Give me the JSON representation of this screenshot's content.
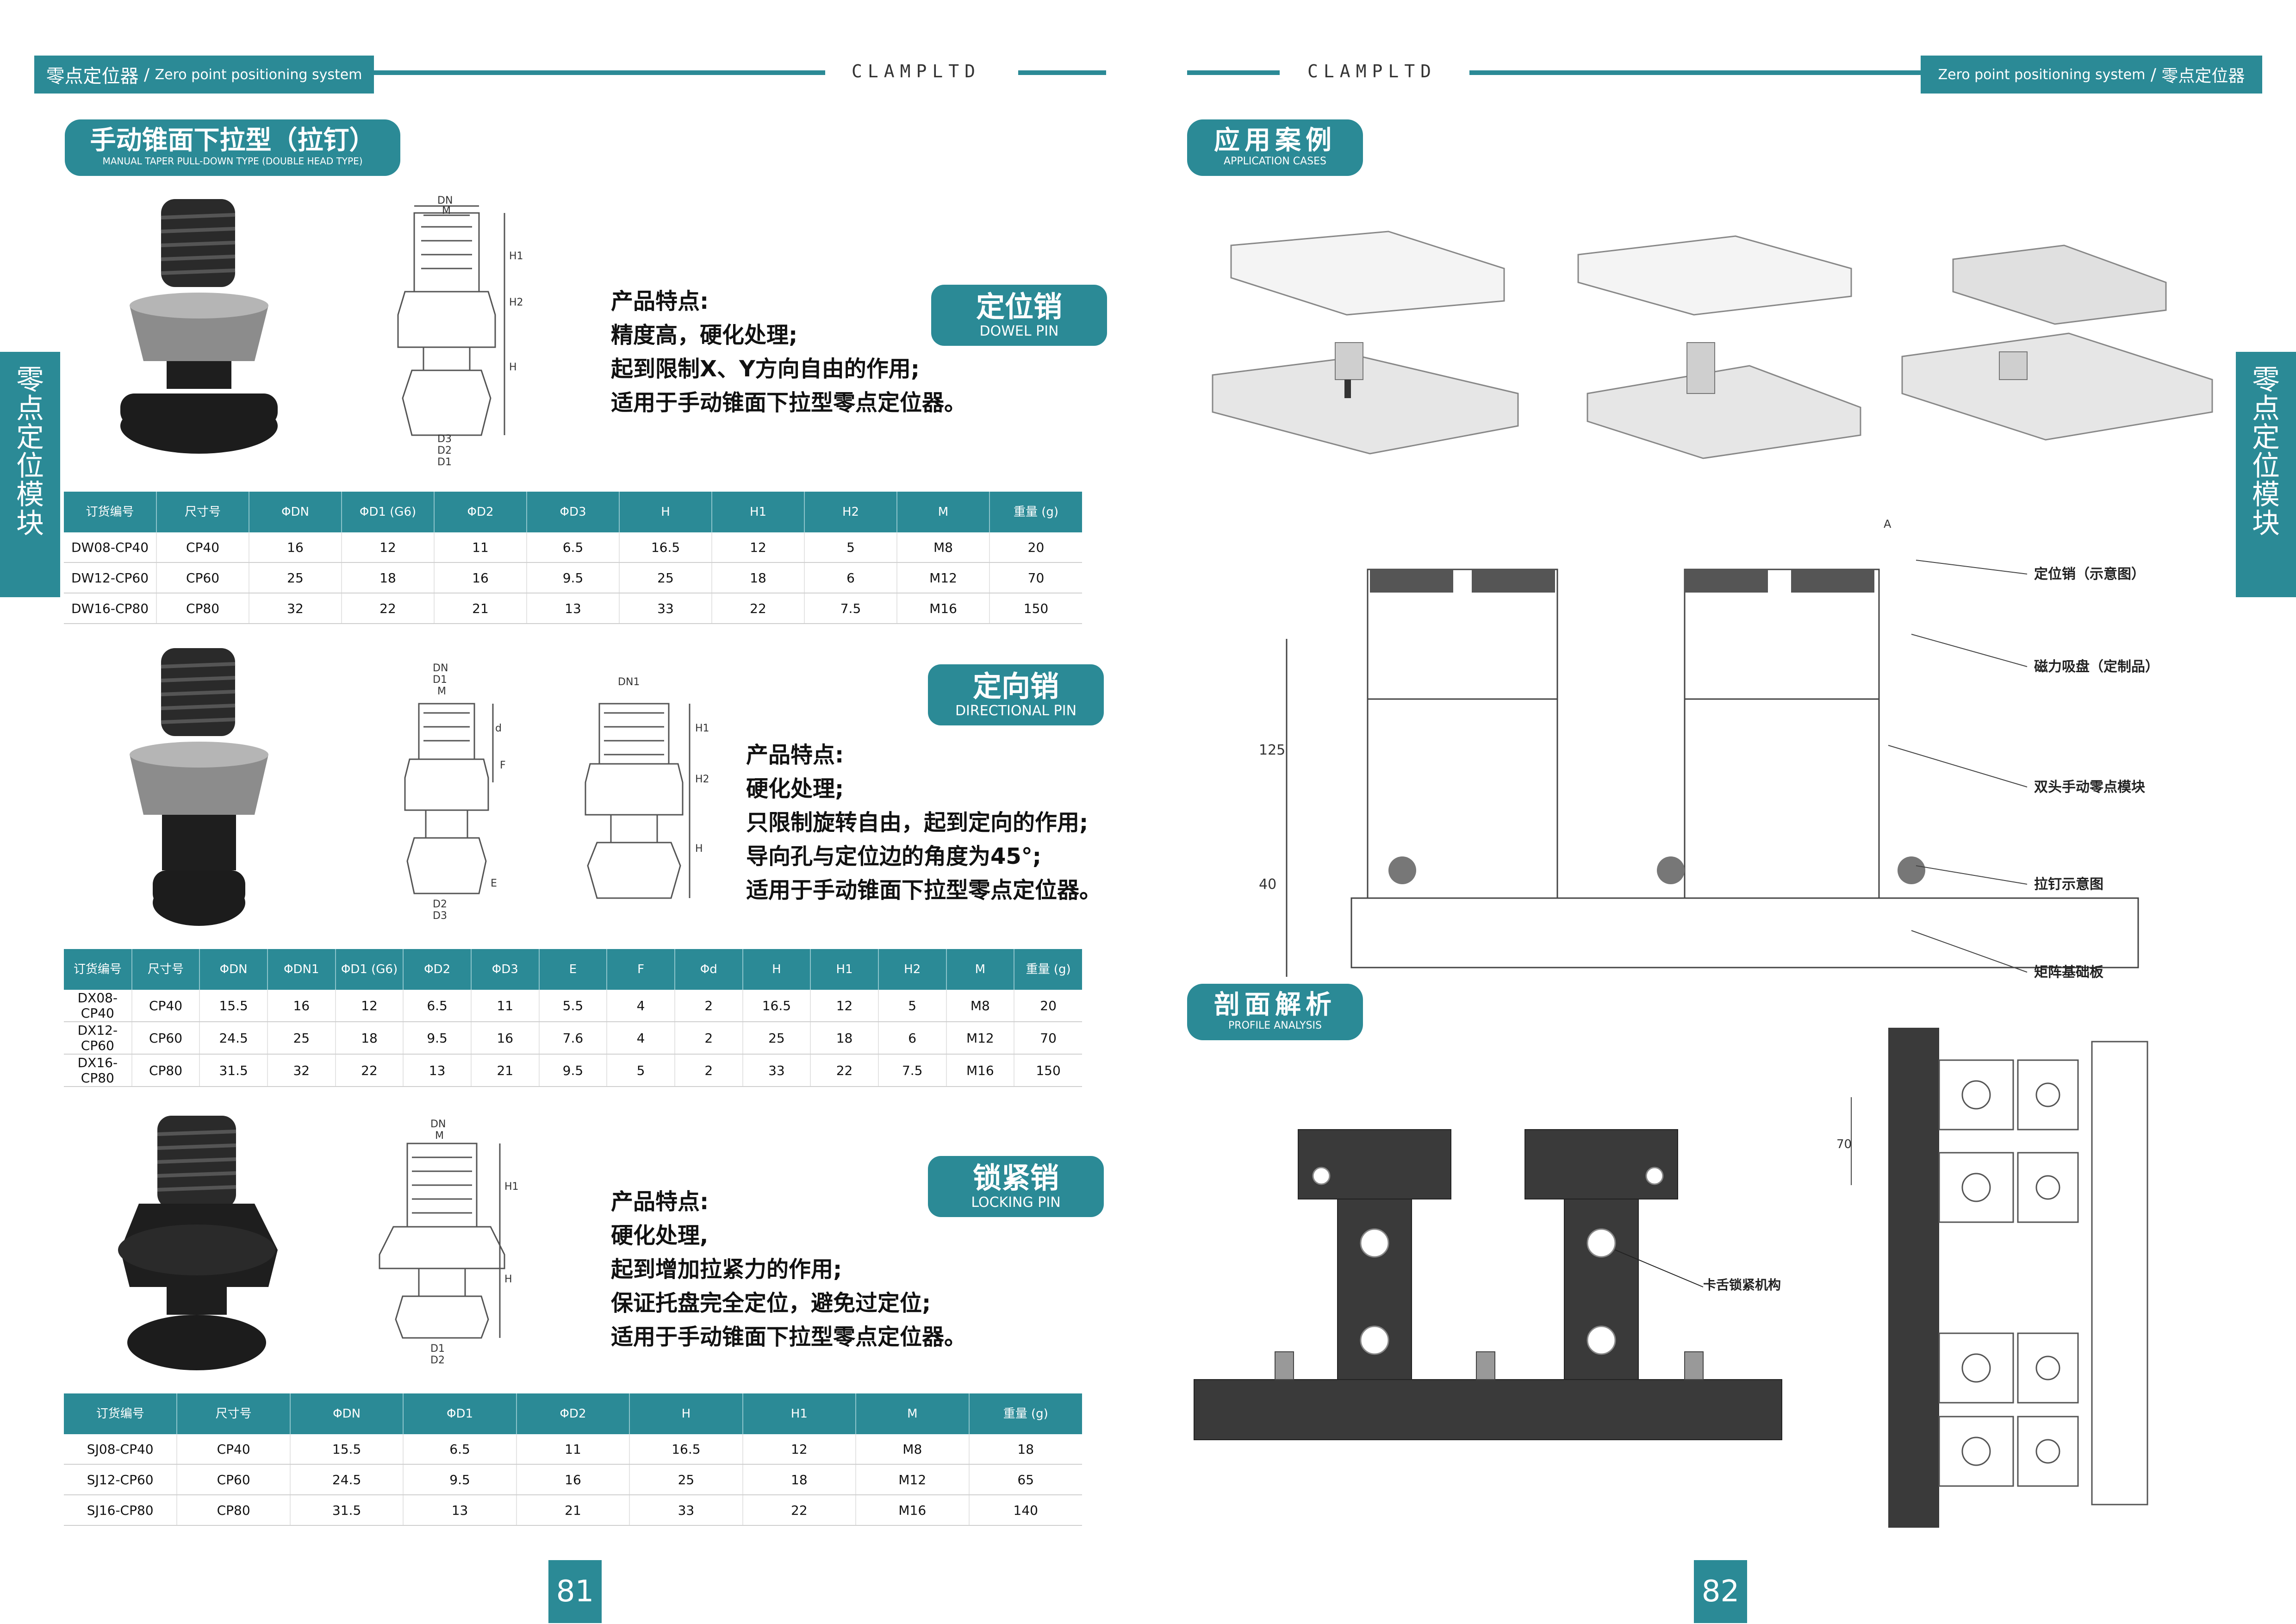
{
  "left_header": {
    "zh": "零点定位器",
    "sep": " / ",
    "en": "Zero point positioning system",
    "brand": "CLAMPLTD"
  },
  "right_header": {
    "en": "Zero point positioning system",
    "sep": " / ",
    "zh": "零点定位器",
    "brand": "CLAMPLTD"
  },
  "side_tab_chars": [
    "零",
    "点",
    "定",
    "位",
    "模",
    "块"
  ],
  "section_title": {
    "zh": "手动锥面下拉型（拉钉）",
    "en": "MANUAL TAPER PULL-DOWN TYPE (DOUBLE HEAD TYPE)"
  },
  "dowel": {
    "badge_zh": "定位销",
    "badge_en": "DOWEL PIN",
    "features": [
      "产品特点:",
      "精度高，硬化处理;",
      "起到限制X、Y方向自由的作用;",
      "适用于手动锥面下拉型零点定位器。"
    ],
    "drawing_labels": {
      "dn": "DN",
      "m": "M",
      "h1": "H1",
      "h2": "H2",
      "h": "H",
      "d3": "D3",
      "d2": "D2",
      "d1": "D1"
    },
    "headers": [
      "订货编号",
      "尺寸号",
      "ΦDN",
      "ΦD1 (G6)",
      "ΦD2",
      "ΦD3",
      "H",
      "H1",
      "H2",
      "M",
      "重量 (g)"
    ],
    "rows": [
      [
        "DW08-CP40",
        "CP40",
        "16",
        "12",
        "11",
        "6.5",
        "16.5",
        "12",
        "5",
        "M8",
        "20"
      ],
      [
        "DW12-CP60",
        "CP60",
        "25",
        "18",
        "16",
        "9.5",
        "25",
        "18",
        "6",
        "M12",
        "70"
      ],
      [
        "DW16-CP80",
        "CP80",
        "32",
        "22",
        "21",
        "13",
        "33",
        "22",
        "7.5",
        "M16",
        "150"
      ]
    ]
  },
  "directional": {
    "badge_zh": "定向销",
    "badge_en": "DIRECTIONAL PIN",
    "features": [
      "产品特点:",
      "硬化处理;",
      "只限制旋转自由，起到定向的作用;",
      "导向孔与定位边的角度为45°;",
      "适用于手动锥面下拉型零点定位器。"
    ],
    "drawing_labels": {
      "dn": "DN",
      "d1": "D1",
      "m": "M",
      "d": "d",
      "f": "F",
      "e": "E",
      "d2": "D2",
      "d3": "D3",
      "dn1": "DN1",
      "h1": "H1",
      "h2": "H2",
      "h": "H"
    },
    "headers": [
      "订货编号",
      "尺寸号",
      "ΦDN",
      "ΦDN1",
      "ΦD1 (G6)",
      "ΦD2",
      "ΦD3",
      "E",
      "F",
      "Φd",
      "H",
      "H1",
      "H2",
      "M",
      "重量 (g)"
    ],
    "rows": [
      [
        "DX08-CP40",
        "CP40",
        "15.5",
        "16",
        "12",
        "6.5",
        "11",
        "5.5",
        "4",
        "2",
        "16.5",
        "12",
        "5",
        "M8",
        "20"
      ],
      [
        "DX12-CP60",
        "CP60",
        "24.5",
        "25",
        "18",
        "9.5",
        "16",
        "7.6",
        "4",
        "2",
        "25",
        "18",
        "6",
        "M12",
        "70"
      ],
      [
        "DX16-CP80",
        "CP80",
        "31.5",
        "32",
        "22",
        "13",
        "21",
        "9.5",
        "5",
        "2",
        "33",
        "22",
        "7.5",
        "M16",
        "150"
      ]
    ]
  },
  "locking": {
    "badge_zh": "锁紧销",
    "badge_en": "LOCKING PIN",
    "features": [
      "产品特点:",
      "硬化处理,",
      "起到增加拉紧力的作用;",
      "保证托盘完全定位，避免过定位;",
      "适用于手动锥面下拉型零点定位器。"
    ],
    "drawing_labels": {
      "dn": "DN",
      "m": "M",
      "h1": "H1",
      "h": "H",
      "d1": "D1",
      "d2": "D2"
    },
    "headers": [
      "订货编号",
      "尺寸号",
      "ΦDN",
      "ΦD1",
      "ΦD2",
      "H",
      "H1",
      "M",
      "重量 (g)"
    ],
    "rows": [
      [
        "SJ08-CP40",
        "CP40",
        "15.5",
        "6.5",
        "11",
        "16.5",
        "12",
        "M8",
        "18"
      ],
      [
        "SJ12-CP60",
        "CP60",
        "24.5",
        "9.5",
        "16",
        "25",
        "18",
        "M12",
        "65"
      ],
      [
        "SJ16-CP80",
        "CP80",
        "31.5",
        "13",
        "21",
        "33",
        "22",
        "M16",
        "140"
      ]
    ]
  },
  "application": {
    "title_zh": "应用案例",
    "title_en": "APPLICATION CASES",
    "callouts": [
      "定位销（示意图）",
      "磁力吸盘（定制品）",
      "双头手动零点模块",
      "拉钉示意图",
      "矩阵基础板"
    ],
    "dims": {
      "section_mark": "A",
      "height_125": "125",
      "height_40": "40"
    }
  },
  "profile": {
    "title_zh": "剖面解析",
    "title_en": "PROFILE ANALYSIS",
    "callout": "卡舌锁紧机构",
    "dim_70": "70"
  },
  "page_numbers": {
    "left": "81",
    "right": "82"
  },
  "colors": {
    "accent": "#2b8a96",
    "dark_part": "#1e1e1e",
    "drawing_line": "#555555"
  }
}
